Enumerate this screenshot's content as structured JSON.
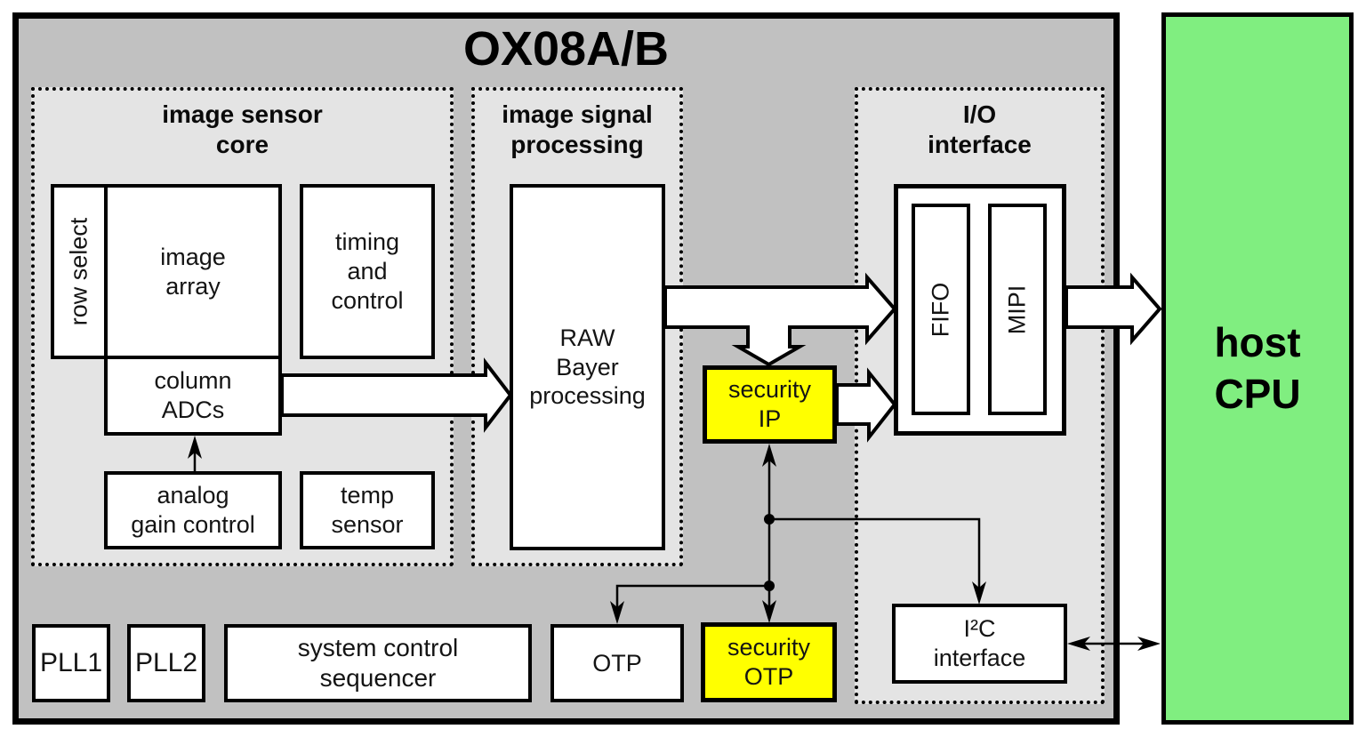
{
  "title": "OX08A/B",
  "colors": {
    "chip_bg": "#c1c1c1",
    "region_bg": "#e4e4e4",
    "block_bg": "#ffffff",
    "highlight": "#ffff00",
    "host_bg": "#80ee80",
    "line": "#000000",
    "page_bg": "#ffffff"
  },
  "regions": {
    "core": {
      "label": "image sensor\ncore"
    },
    "isp": {
      "label": "image signal\nprocessing"
    },
    "io": {
      "label": "I/O\ninterface"
    }
  },
  "blocks": {
    "row_select": "row select",
    "image_array": "image\narray",
    "timing_control": "timing\nand\ncontrol",
    "column_adcs": "column\nADCs",
    "analog_gain": "analog\ngain control",
    "temp_sensor": "temp\nsensor",
    "raw_bayer": "RAW\nBayer\nprocessing",
    "fifo": "FIFO",
    "mipi": "MIPI",
    "security_ip": "security\nIP",
    "security_otp": "security\nOTP",
    "otp": "OTP",
    "i2c": "I²C\ninterface",
    "pll1": "PLL1",
    "pll2": "PLL2",
    "sys_ctrl": "system control\nsequencer",
    "host_cpu": "host\nCPU"
  }
}
